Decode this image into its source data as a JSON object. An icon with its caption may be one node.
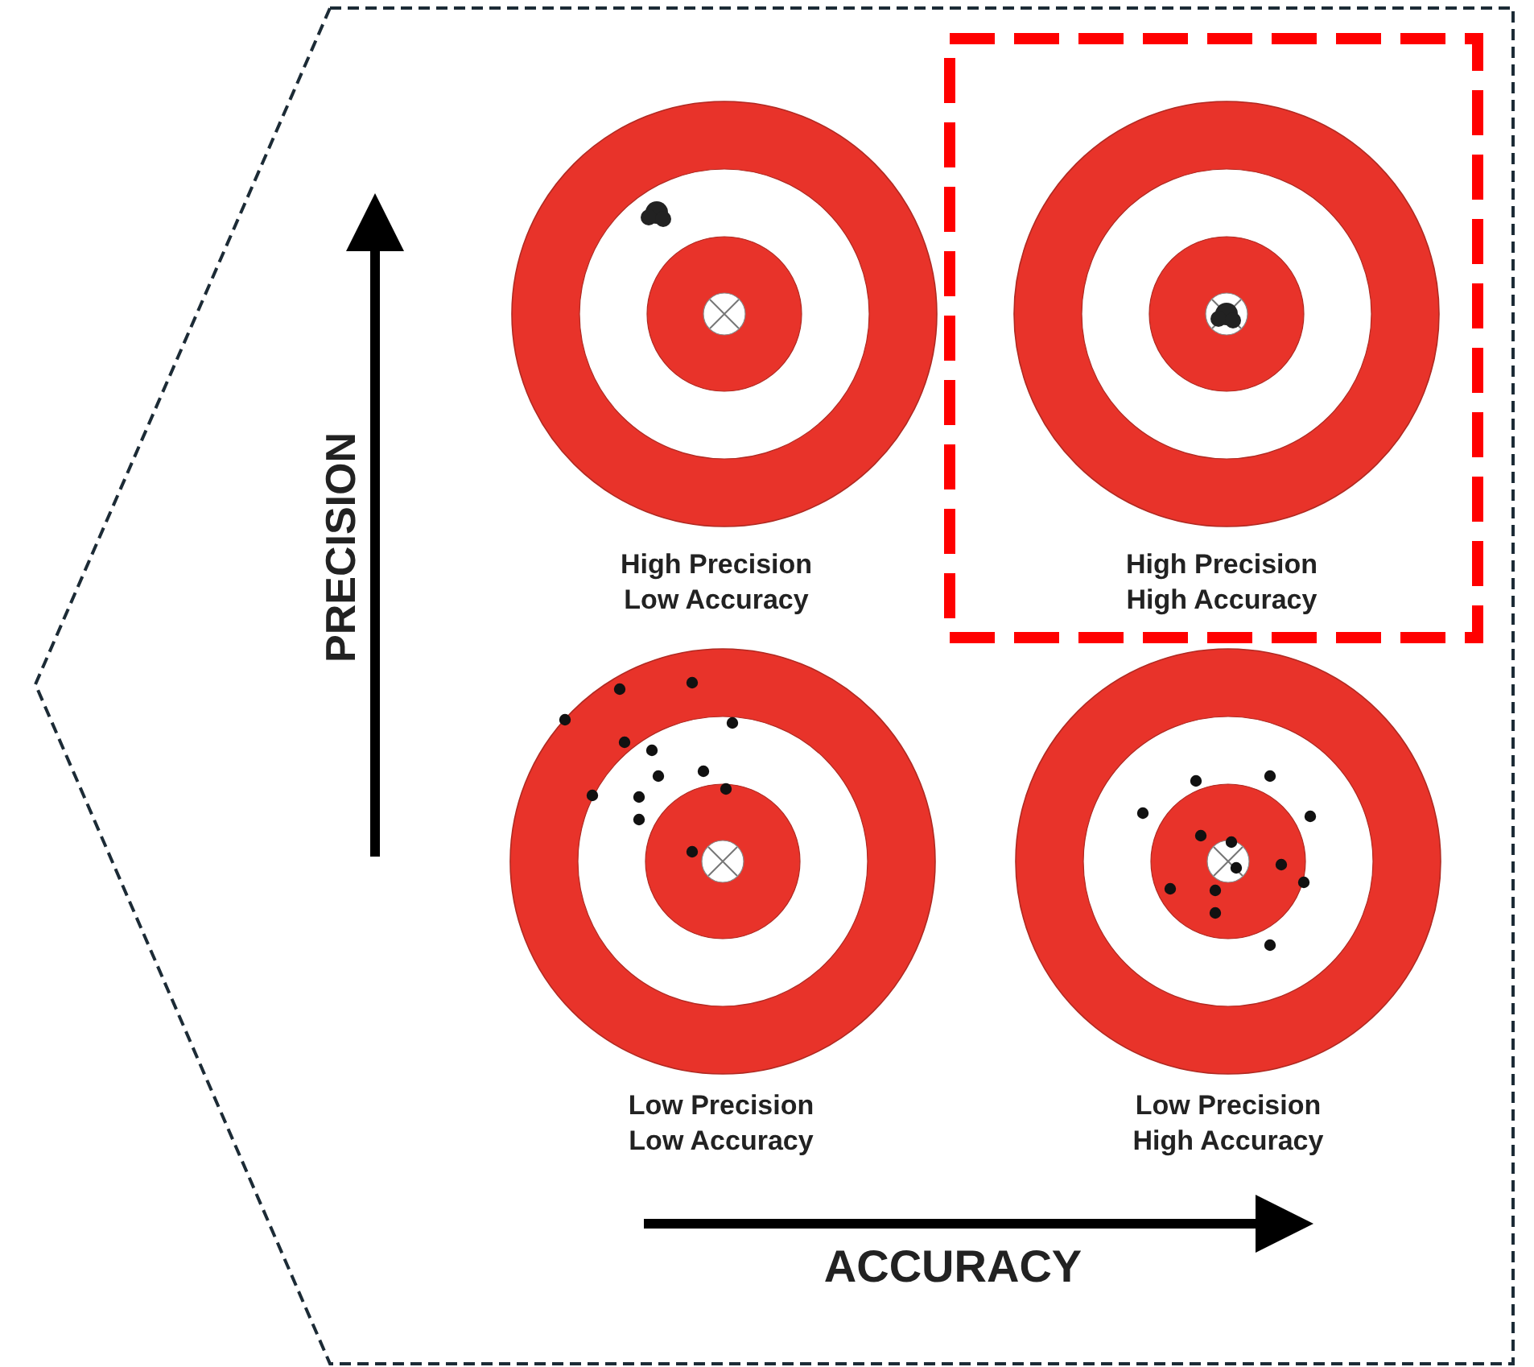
{
  "diagram": {
    "labels": [
      "PRECISION",
      "High Precision Low Accuracy",
      "High Precision High Accuracy",
      "Low Precision Low Accuracy",
      "Low Precision High Accuracy",
      "ACCURACY"
    ]
  }
}
